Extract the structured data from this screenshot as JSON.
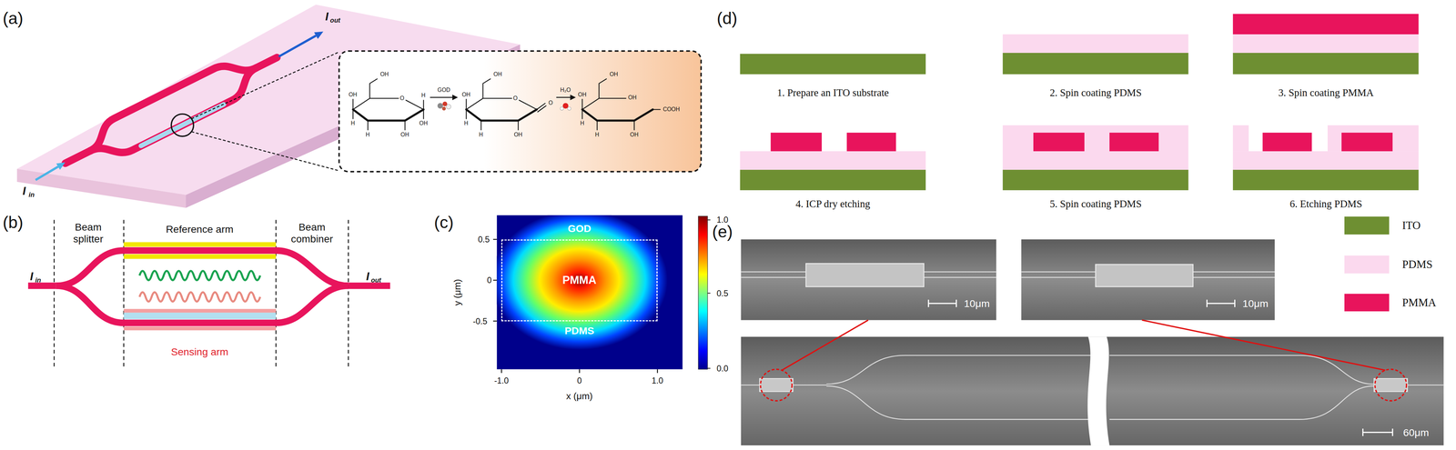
{
  "diagram": {
    "nodes": [
      {
        "text": [
          "PMMA"
        ]
      }
    ],
    "labels": [
      "(a)",
      "I",
      "out",
      "I",
      "in",
      "OH",
      "OH",
      "H",
      "O",
      "H",
      "OH",
      "OH",
      "H",
      "OH",
      "OH",
      "H",
      "O",
      "O",
      "OH",
      "H",
      "OH",
      "OH",
      "H",
      "OH",
      "COOH",
      "OH",
      "H",
      "GOD",
      "H₂O",
      "(b)",
      "Beam splitter",
      "Reference arm",
      "Beam combiner",
      "Sensing arm",
      "I",
      "in",
      "I",
      "out",
      "(c)",
      "GOD",
      "PDMS",
      "y (μm)",
      "0.5",
      "0",
      "-0.5",
      "-1.0",
      "0",
      "1.0",
      "x (μm)",
      "1.0",
      "0.5",
      "0.0",
      "(d)",
      "1. Prepare an ITO substrate",
      "2. Spin coating PDMS",
      "3. Spin coating PMMA",
      "4. ICP dry etching",
      "5. Spin coating PDMS",
      "6. Etching PDMS",
      "(e)",
      "10μm",
      "10μm",
      "60μm"
    ],
    "legend": [
      {
        "text": "ITO",
        "color": "#6e8f32"
      },
      {
        "text": "PDMS",
        "color": "#fbd9ee"
      },
      {
        "text": "PMMA",
        "color": "#e8145c"
      }
    ]
  }
}
